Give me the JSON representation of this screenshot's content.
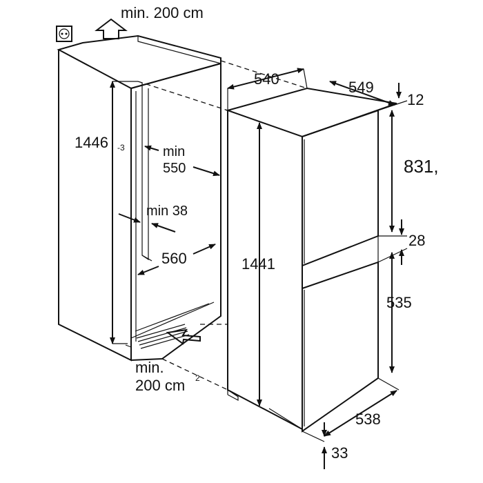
{
  "labels": {
    "top_vent": "min. 200 cm",
    "bottom_vent_line1": "min.",
    "bottom_vent_line2": "200 cm",
    "bottom_vent_sup": "2",
    "niche_height": "1446",
    "niche_height_tol": "-3",
    "niche_depth_label": "min",
    "niche_depth_value": "550",
    "side_clearance": "min 38",
    "niche_width": "560",
    "appliance_height": "1441",
    "appliance_width": "540",
    "appliance_depth": "549",
    "top_gap": "12",
    "upper_door": "831,",
    "door_gap": "28",
    "lower_door": "535",
    "door_width": "538",
    "bottom_gap": "33"
  },
  "icons": {
    "socket": "power-socket-icon",
    "top_arrow": "airflow-up-arrow-icon",
    "bottom_arrow": "airflow-in-arrow-icon"
  },
  "colors": {
    "line": "#111111",
    "background": "#ffffff"
  }
}
